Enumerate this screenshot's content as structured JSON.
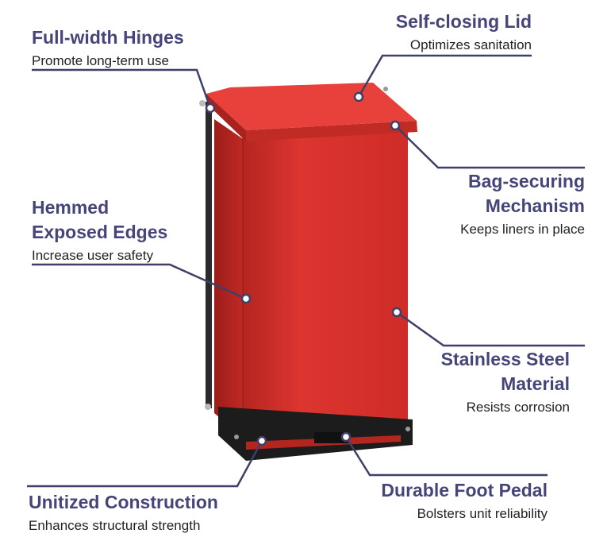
{
  "colors": {
    "callout_title": "#45457a",
    "leader_line": "#3f3f6b",
    "can_body": "#d42f2a",
    "can_lid": "#e23a33",
    "base": "#1c1c1c"
  },
  "callouts": [
    {
      "id": "hinges",
      "title": "Full-width Hinges",
      "description": "Promote long-term use"
    },
    {
      "id": "lid",
      "title": "Self-closing Lid",
      "description": "Optimizes sanitation"
    },
    {
      "id": "bag",
      "title": "Bag-securing Mechanism",
      "description": "Keeps liners in place"
    },
    {
      "id": "edges",
      "title": "Hemmed Exposed Edges",
      "description": "Increase user safety"
    },
    {
      "id": "steel",
      "title": "Stainless Steel Material",
      "description": "Resists corrosion"
    },
    {
      "id": "construction",
      "title": "Unitized Construction",
      "description": "Enhances structural strength"
    },
    {
      "id": "pedal",
      "title": "Durable Foot Pedal",
      "description": "Bolsters unit reliability"
    }
  ]
}
